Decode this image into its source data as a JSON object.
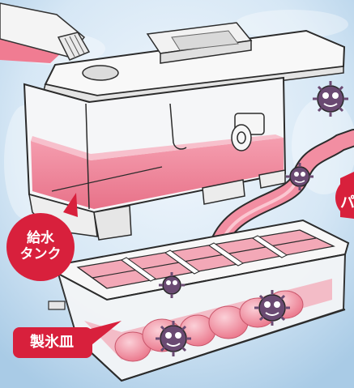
{
  "labels": {
    "tank_line1": "給水",
    "tank_line2": "タンク",
    "tray": "製氷皿",
    "pipe": "パ"
  },
  "colors": {
    "callout_fill": "#d8203c",
    "water_pink": "#ef7e93",
    "plastic": "#f6f6f6",
    "outline": "#2b2b2b",
    "germ": "#5b3a63",
    "background": "#d6e7f5"
  },
  "icons": [
    "germ-icon",
    "water-bottle-icon"
  ]
}
